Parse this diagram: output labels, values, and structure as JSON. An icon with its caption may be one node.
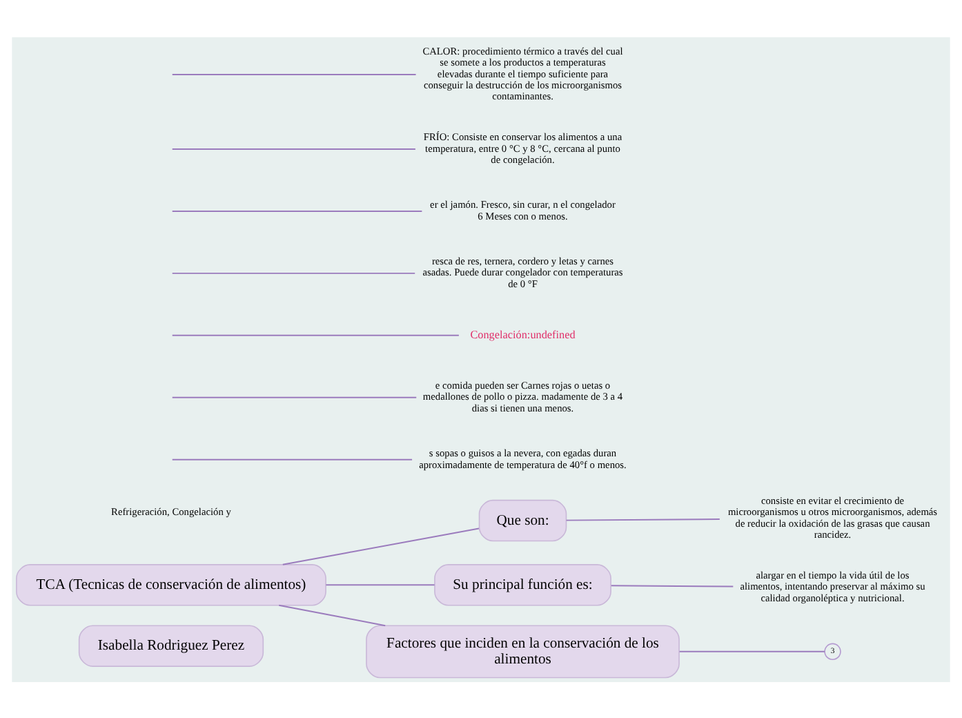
{
  "diagram": {
    "nodes": [
      {
        "text": [
          "Isabella Rodriguez Perez"
        ]
      },
      {
        "text": [
          "TCA (Tecnicas de conservación de alimentos)"
        ]
      },
      {
        "text": [
          "Que son:"
        ]
      },
      {
        "text": [
          "consiste en evitar el crecimiento de microorganismos u otros microorganismos, además de reducir la oxidación de las grasas que causan rancidez."
        ]
      },
      {
        "text": [
          "Su principal función es:"
        ]
      },
      {
        "text": [
          "alargar en el tiempo la vida útil de los alimentos, intentando preservar al máximo su calidad organoléptica y nutricional."
        ]
      },
      {
        "text": [
          "Factores que inciden en la conservación de los alimentos"
        ]
      },
      {
        "text": [
          "3"
        ]
      },
      {
        "text": [
          "Refrigeración, Congelación y"
        ]
      },
      {
        "text": [
          "s sopas o guisos a la nevera, con egadas duran aproximadamente de temperatura de 40°f o menos."
        ]
      },
      {
        "text": [
          "e comida pueden ser Carnes rojas o uetas o medallones de pollo o pizza. madamente de 3 a 4 dias si tienen una menos."
        ]
      },
      {
        "text": [
          "Congelación:undefined"
        ]
      },
      {
        "text": [
          "resca de res, ternera, cordero y letas y carnes asadas. Puede durar congelador con temperaturas de 0 °F"
        ]
      },
      {
        "text": [
          "er el jamón. Fresco, sin curar, n el congelador 6 Meses con o menos."
        ]
      },
      {
        "text": [
          "FRÍO: Consiste en conservar los alimentos a una temperatura, entre 0 °C y 8 °C, cercana al punto de congelación."
        ]
      },
      {
        "text": [
          "CALOR: procedimiento térmico a través del cual se somete a los productos a temperaturas elevadas durante el tiempo suficiente para conseguir la destrucción de los microorganismos contaminantes."
        ]
      }
    ],
    "edges": [
      {
        "from": 1,
        "to": 2,
        "arrow": "none"
      },
      {
        "from": 1,
        "to": 4,
        "arrow": "none"
      },
      {
        "from": 1,
        "to": 6,
        "arrow": "none"
      },
      {
        "from": 2,
        "to": 3,
        "arrow": "none"
      },
      {
        "from": 4,
        "to": 5,
        "arrow": "none"
      },
      {
        "from": 6,
        "to": 7,
        "arrow": "none"
      },
      {
        "from": null,
        "to": 9,
        "arrow": "none"
      },
      {
        "from": null,
        "to": 10,
        "arrow": "none"
      },
      {
        "from": null,
        "to": 11,
        "arrow": "none"
      },
      {
        "from": null,
        "to": 12,
        "arrow": "none"
      },
      {
        "from": null,
        "to": 13,
        "arrow": "none"
      },
      {
        "from": null,
        "to": 14,
        "arrow": "none"
      },
      {
        "from": null,
        "to": 15,
        "arrow": "none"
      }
    ]
  }
}
